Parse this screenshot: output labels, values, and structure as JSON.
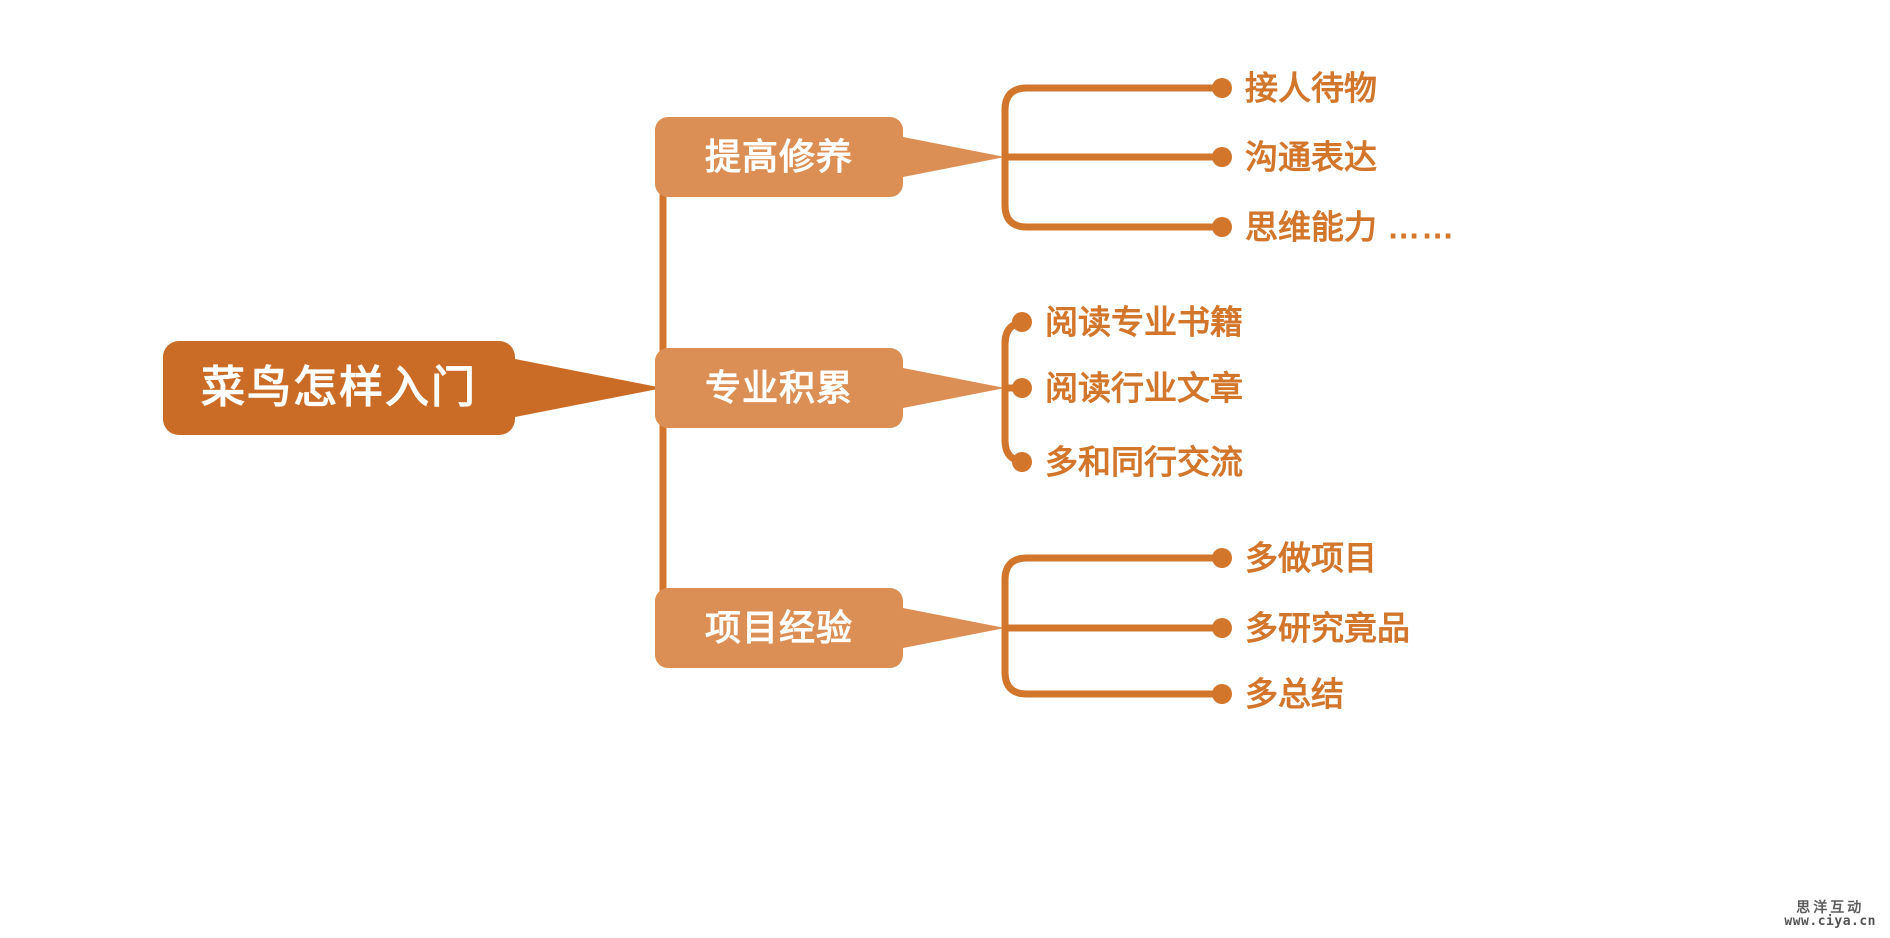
{
  "diagram": {
    "type": "mind-map",
    "title": "菜鸟怎样入门",
    "orientation": "left-to-right",
    "colors": {
      "root_fill": "#CB6C26",
      "branch_fill": "#DC8F54",
      "connector": "#D2762C",
      "leaf_text": "#D2762C",
      "node_text": "#FFFFFF",
      "background": "#FFFFFF"
    }
  },
  "root": {
    "label": "菜鸟怎样入门"
  },
  "branches": [
    {
      "label": "提高修养",
      "leaves": [
        {
          "text": "接人待物",
          "ellipsis": ""
        },
        {
          "text": "沟通表达",
          "ellipsis": ""
        },
        {
          "text": "思维能力",
          "ellipsis": " ……"
        }
      ]
    },
    {
      "label": "专业积累",
      "leaves": [
        {
          "text": "阅读专业书籍",
          "ellipsis": ""
        },
        {
          "text": "阅读行业文章",
          "ellipsis": ""
        },
        {
          "text": "多和同行交流",
          "ellipsis": ""
        }
      ]
    },
    {
      "label": "项目经验",
      "leaves": [
        {
          "text": "多做项目",
          "ellipsis": ""
        },
        {
          "text": "多研究竟品",
          "ellipsis": ""
        },
        {
          "text": "多总结",
          "ellipsis": ""
        }
      ]
    }
  ],
  "watermark": {
    "name": "思洋互动",
    "url": "www.ciya.cn"
  }
}
